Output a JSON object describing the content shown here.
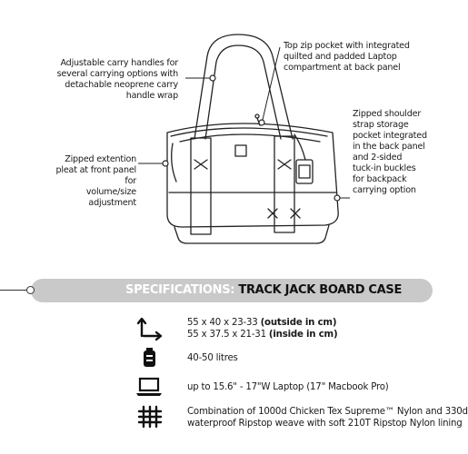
{
  "callouts": {
    "handles": [
      "Adjustable carry handles for",
      "several carrying options with",
      "detachable neoprene carry",
      "handle wrap"
    ],
    "top_pocket": [
      "Top zip pocket with integrated",
      "quilted and padded Laptop",
      "compartment at back panel"
    ],
    "extension": [
      "Zipped extention",
      "pleat at front panel for",
      "volume/size adjustment"
    ],
    "shoulder": [
      "Zipped shoulder",
      "strap storage",
      "pocket integrated",
      "in the back panel",
      "and 2-sided",
      "tuck-in buckles",
      "for backpack",
      "carrying option"
    ]
  },
  "specs": {
    "label": "SPECIFICATIONS:",
    "name": "TRACK JACK BOARD CASE",
    "rows": [
      {
        "icon": "dimensions-arrows-icon",
        "lines": [
          {
            "text": "55 x 40 x 23-33 ",
            "bold": "(outside in cm)"
          },
          {
            "text": "55 x 37.5 x 21-31 ",
            "bold": "(inside in cm)"
          }
        ]
      },
      {
        "icon": "volume-jar-icon",
        "lines": [
          {
            "text": "40-50 litres",
            "bold": ""
          }
        ]
      },
      {
        "icon": "laptop-icon",
        "lines": [
          {
            "text": "up to 15.6\" - 17\"W Laptop (17\" Macbook Pro)",
            "bold": ""
          }
        ]
      },
      {
        "icon": "fabric-grid-icon",
        "lines": [
          {
            "text": "Combination of 1000d Chicken Tex Supreme™ Nylon and 330d",
            "bold": ""
          },
          {
            "text": "waterproof Ripstop weave with soft 210T Ripstop Nylon lining",
            "bold": ""
          }
        ]
      }
    ]
  },
  "colors": {
    "ink": "#1a1a1a",
    "pill": "#c9c9c9",
    "pill_text": "#ffffff"
  }
}
